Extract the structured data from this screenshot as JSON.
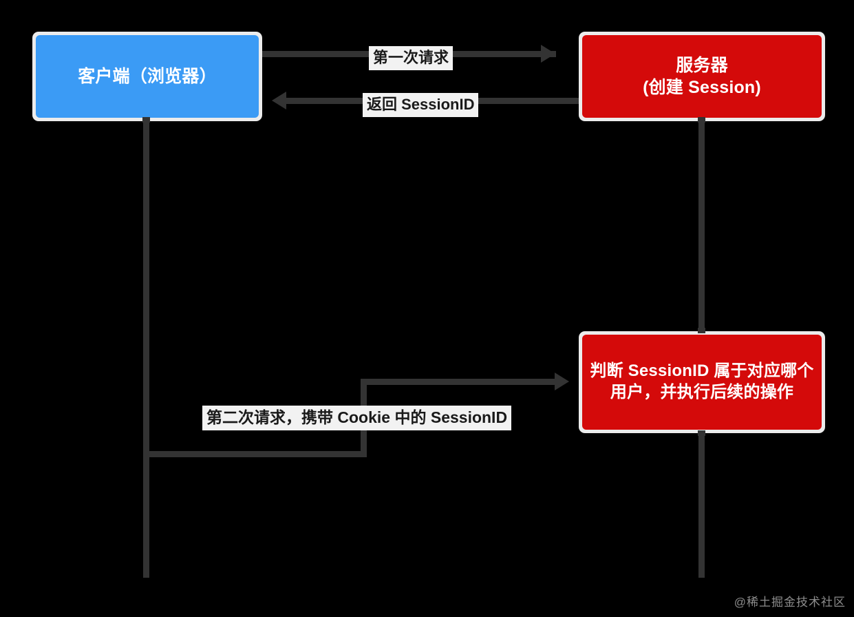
{
  "diagram": {
    "type": "sequence-diagram",
    "background_color": "#000000",
    "line_color": "#333333",
    "label_plate_color": "#f2f2f2",
    "nodes": [
      {
        "id": "client",
        "label": "客户端（浏览器）",
        "color": "#3b9bf5",
        "text_color": "#ffffff"
      },
      {
        "id": "server",
        "label": "服务器\n(创建 Session)",
        "color": "#d40a0a",
        "text_color": "#ffffff"
      },
      {
        "id": "process",
        "label": "判断 SessionID 属于对应哪个用户，并执行后续的操作",
        "color": "#d40a0a",
        "text_color": "#ffffff"
      }
    ],
    "messages": [
      {
        "id": "first-request",
        "label": "第一次请求",
        "from": "client",
        "to": "server",
        "direction": "right"
      },
      {
        "id": "return-session",
        "label": "返回 SessionID",
        "from": "server",
        "to": "client",
        "direction": "left"
      },
      {
        "id": "second-request",
        "label": "第二次请求，携带 Cookie 中的 SessionID",
        "from": "client",
        "to": "process",
        "direction": "right"
      }
    ]
  },
  "watermark": {
    "text": "@稀土掘金技术社区",
    "color": "#8d8d8d"
  }
}
